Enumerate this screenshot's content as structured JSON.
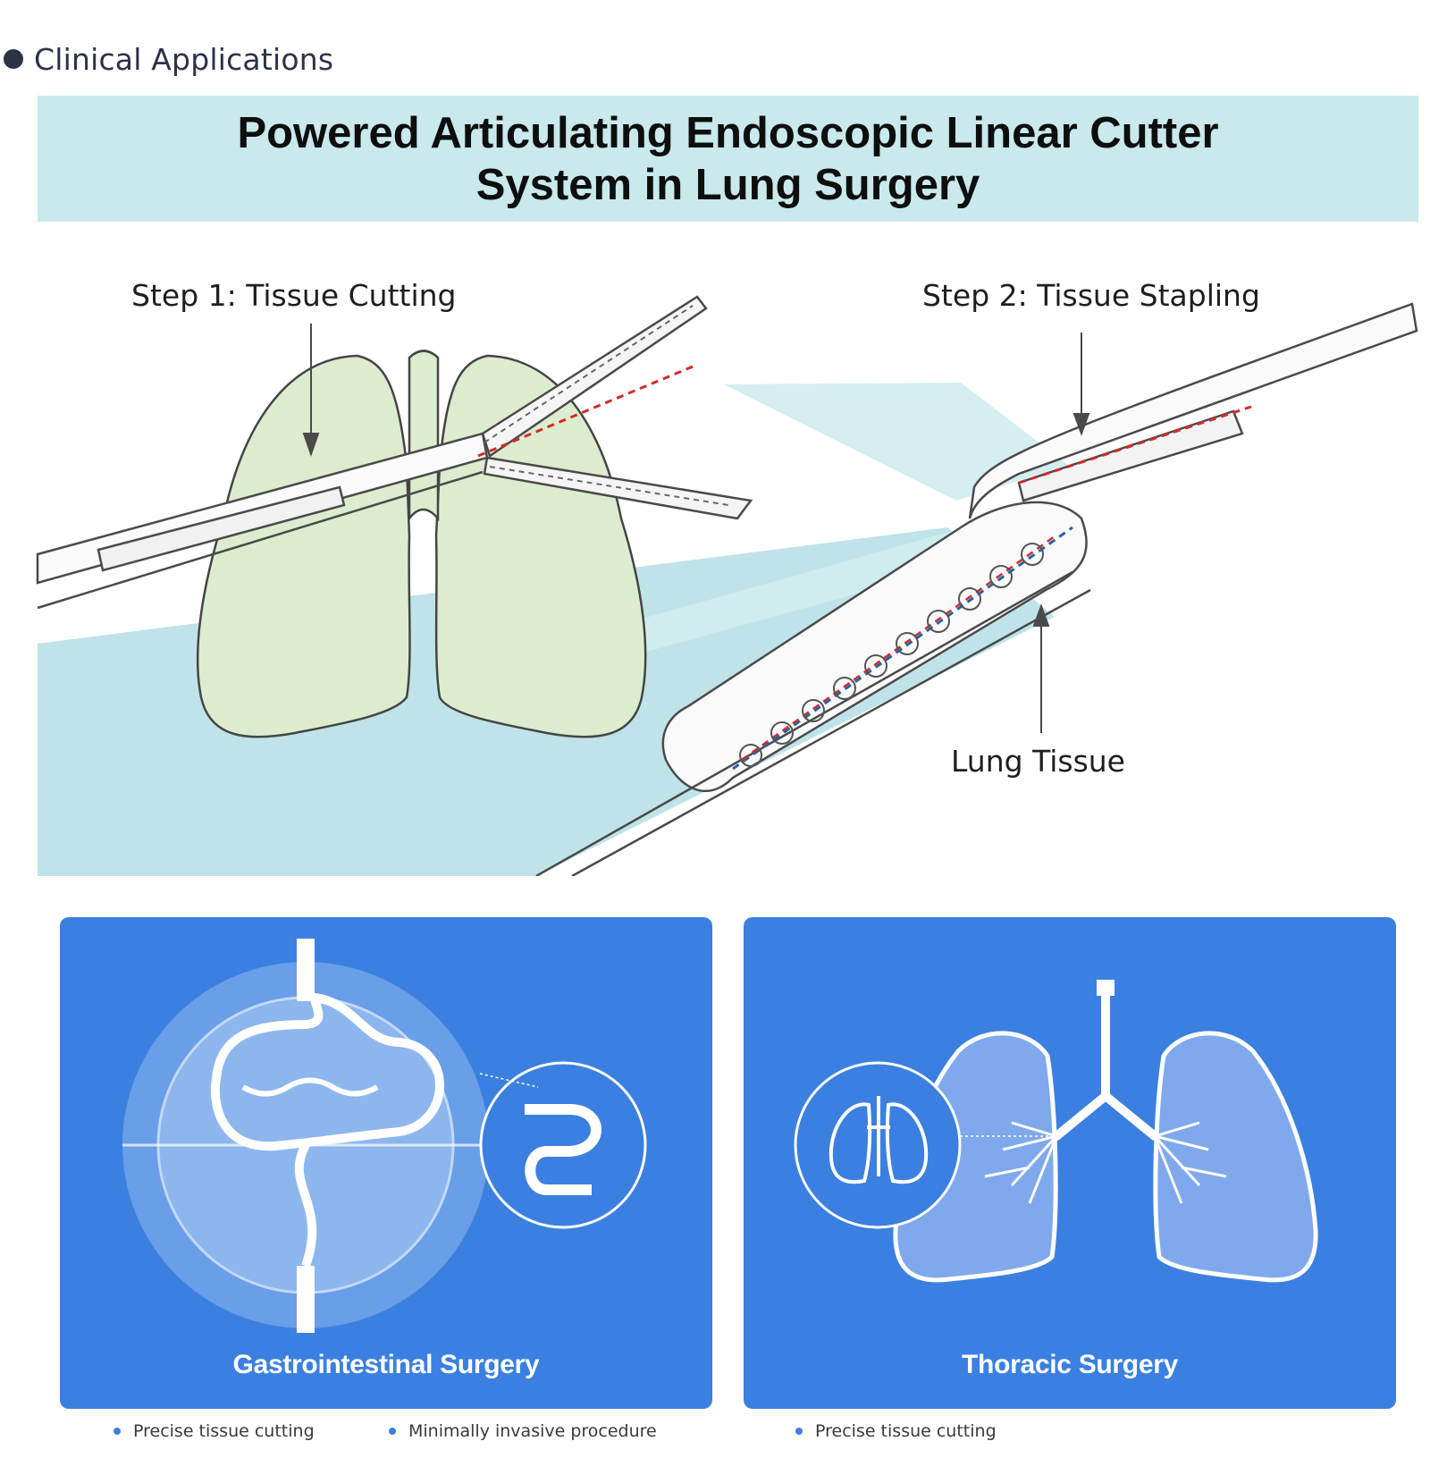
{
  "section": {
    "label": "Clinical Applications"
  },
  "title": {
    "line1": "Powered Articulating Endoscopic Linear Cutter",
    "line2": "System in Lung Surgery"
  },
  "diagram": {
    "step1_label": "Step 1: Tissue Cutting",
    "step2_label": "Step 2: Tissue Stapling",
    "tissue_label": "Lung Tissue"
  },
  "cards": [
    {
      "title": "Gastrointestinal Surgery",
      "features": [
        "Precise tissue cutting",
        "Minimally invasive procedure"
      ]
    },
    {
      "title": "Thoracic Surgery",
      "features": [
        "Precise tissue cutting"
      ]
    }
  ],
  "colors": {
    "banner": "#c9e9ec",
    "table": "#bfe3e8",
    "lung_fill": "#dcedcf",
    "card_blue": "#3b80e0",
    "cut_line": "#d42a2a",
    "staple_line": "#2563a8"
  }
}
